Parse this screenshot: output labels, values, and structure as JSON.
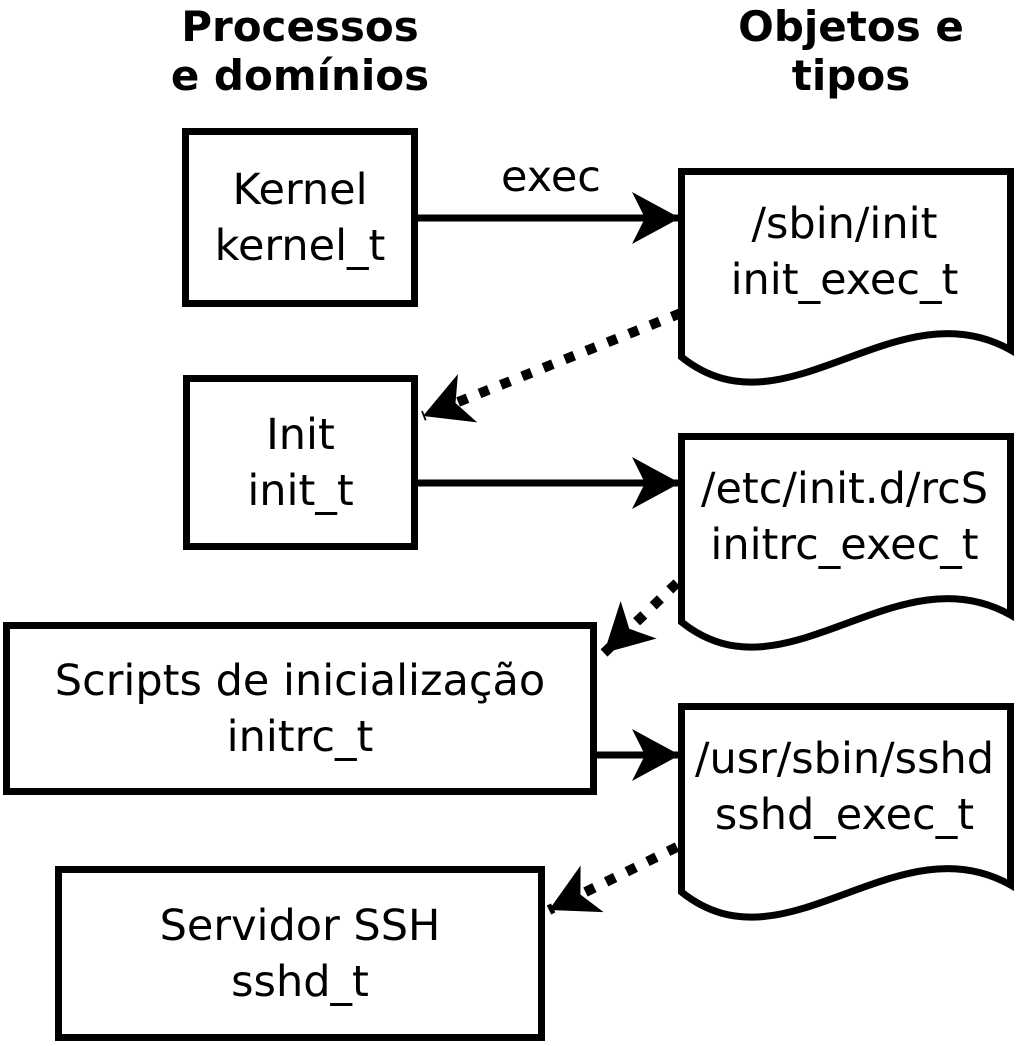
{
  "diagram": {
    "columns": {
      "left": {
        "title_line1": "Processos",
        "title_line2": "e domínios"
      },
      "right": {
        "title_line1": "Objetos e",
        "title_line2": "tipos"
      }
    },
    "processes": [
      {
        "name": "Kernel",
        "type": "kernel_t"
      },
      {
        "name": "Init",
        "type": "init_t"
      },
      {
        "name": "Scripts de inicialização",
        "type": "initrc_t"
      },
      {
        "name": "Servidor SSH",
        "type": "sshd_t"
      }
    ],
    "objects": [
      {
        "path": "/sbin/init",
        "type": "init_exec_t"
      },
      {
        "path": "/etc/init.d/rcS",
        "type": "initrc_exec_t"
      },
      {
        "path": "/usr/sbin/sshd",
        "type": "sshd_exec_t"
      }
    ],
    "edge_label": "exec",
    "edges": [
      {
        "from": "kernel_t",
        "to": "init_exec_t",
        "style": "solid",
        "label": "exec"
      },
      {
        "from": "init_exec_t",
        "to": "init_t",
        "style": "dotted",
        "label": ""
      },
      {
        "from": "init_t",
        "to": "initrc_exec_t",
        "style": "solid",
        "label": ""
      },
      {
        "from": "initrc_exec_t",
        "to": "initrc_t",
        "style": "dotted",
        "label": ""
      },
      {
        "from": "initrc_t",
        "to": "sshd_exec_t",
        "style": "solid",
        "label": ""
      },
      {
        "from": "sshd_exec_t",
        "to": "sshd_t",
        "style": "dotted",
        "label": ""
      }
    ],
    "colors": {
      "stroke": "#000000",
      "fill": "#ffffff"
    }
  }
}
